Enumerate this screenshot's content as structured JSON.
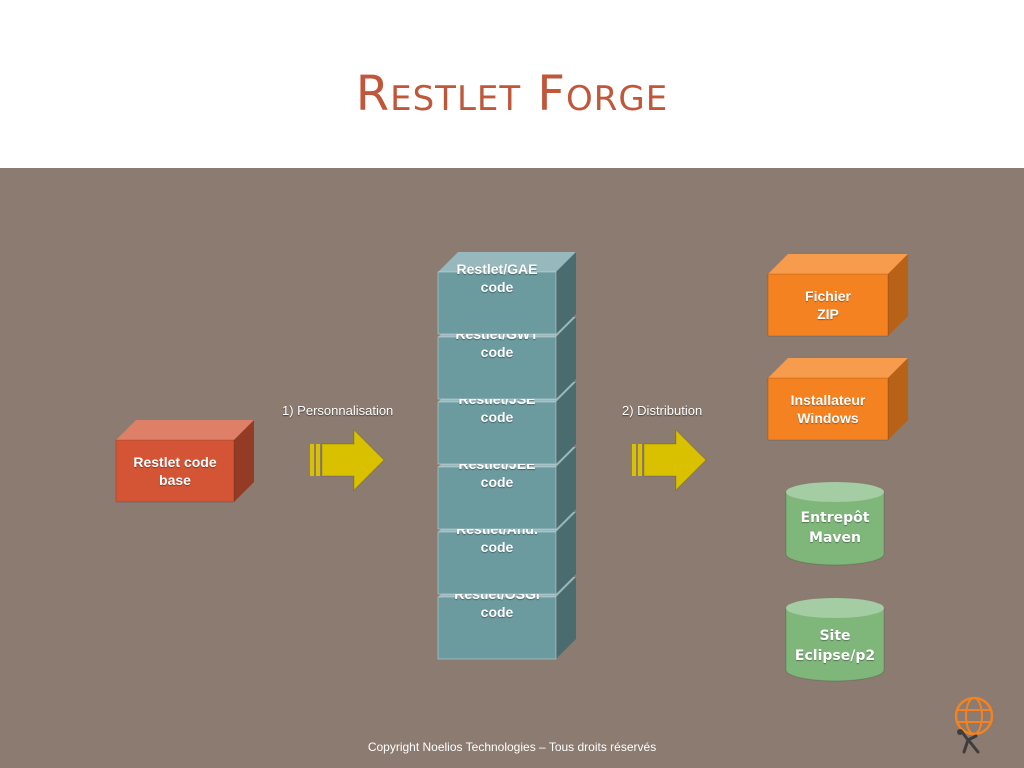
{
  "title": "Restlet Forge",
  "colors": {
    "title": "#c0563a",
    "background": "#8b7b70",
    "code_base": "#d35536",
    "module": "#6b9a9f",
    "orange": "#f58220",
    "green": "#7fb77b",
    "arrow": "#d9c100"
  },
  "code_base": {
    "label_1": "Restlet code",
    "label_2": "base"
  },
  "steps": {
    "personalisation": "1) Personnalisation",
    "distribution": "2) Distribution"
  },
  "modules": [
    {
      "line1": "Restlet/GAE",
      "line2": "code"
    },
    {
      "line1": "Restlet/GWT",
      "line2": "code"
    },
    {
      "line1": "Restlet/JSE",
      "line2": "code"
    },
    {
      "line1": "Restlet/JEE",
      "line2": "code"
    },
    {
      "line1": "Restlet/And.",
      "line2": "code"
    },
    {
      "line1": "Restlet/OSGi",
      "line2": "code"
    }
  ],
  "outputs": {
    "zip": {
      "line1": "Fichier",
      "line2": "ZIP"
    },
    "installer": {
      "line1": "Installateur",
      "line2": "Windows"
    },
    "maven": {
      "line1": "Entrepôt",
      "line2": "Maven"
    },
    "eclipse": {
      "line1": "Site",
      "line2": "Eclipse/p2"
    }
  },
  "footer": "Copyright Noelios Technologies – Tous droits réservés",
  "icons": {
    "logo": "globe-figure-logo-icon",
    "arrow": "right-arrow-icon"
  }
}
